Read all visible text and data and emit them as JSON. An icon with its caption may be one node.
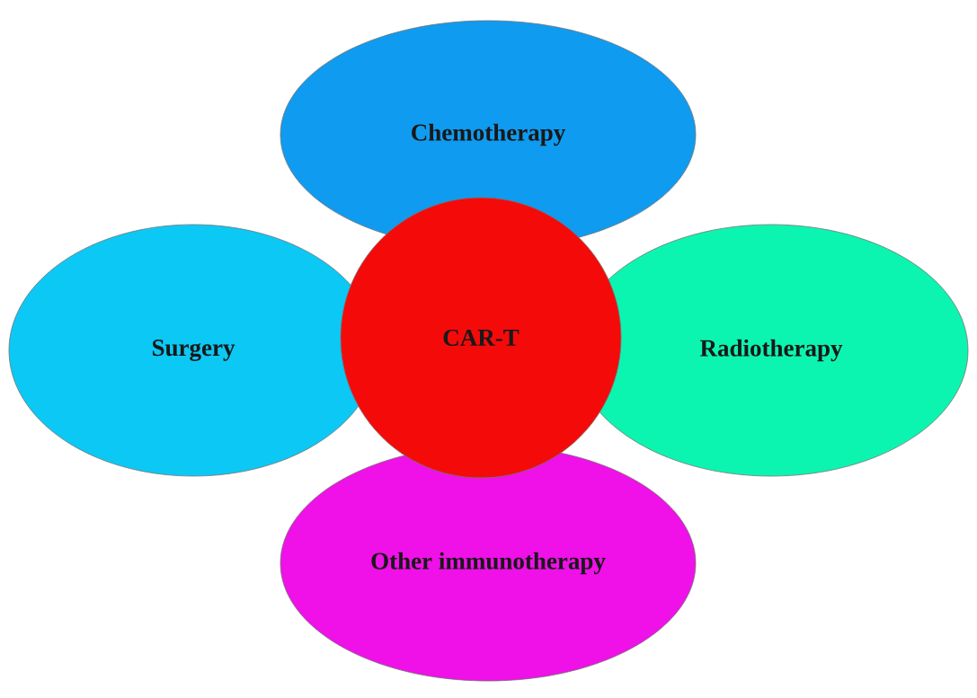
{
  "diagram": {
    "nodes": [
      {
        "text": [
          "Chemotherapy"
        ]
      },
      {
        "text": [
          "Surgery"
        ]
      },
      {
        "text": [
          "CAR-T"
        ]
      },
      {
        "text": [
          "Radiotherapy"
        ]
      },
      {
        "text": [
          "Other immunotherapy"
        ]
      }
    ]
  }
}
